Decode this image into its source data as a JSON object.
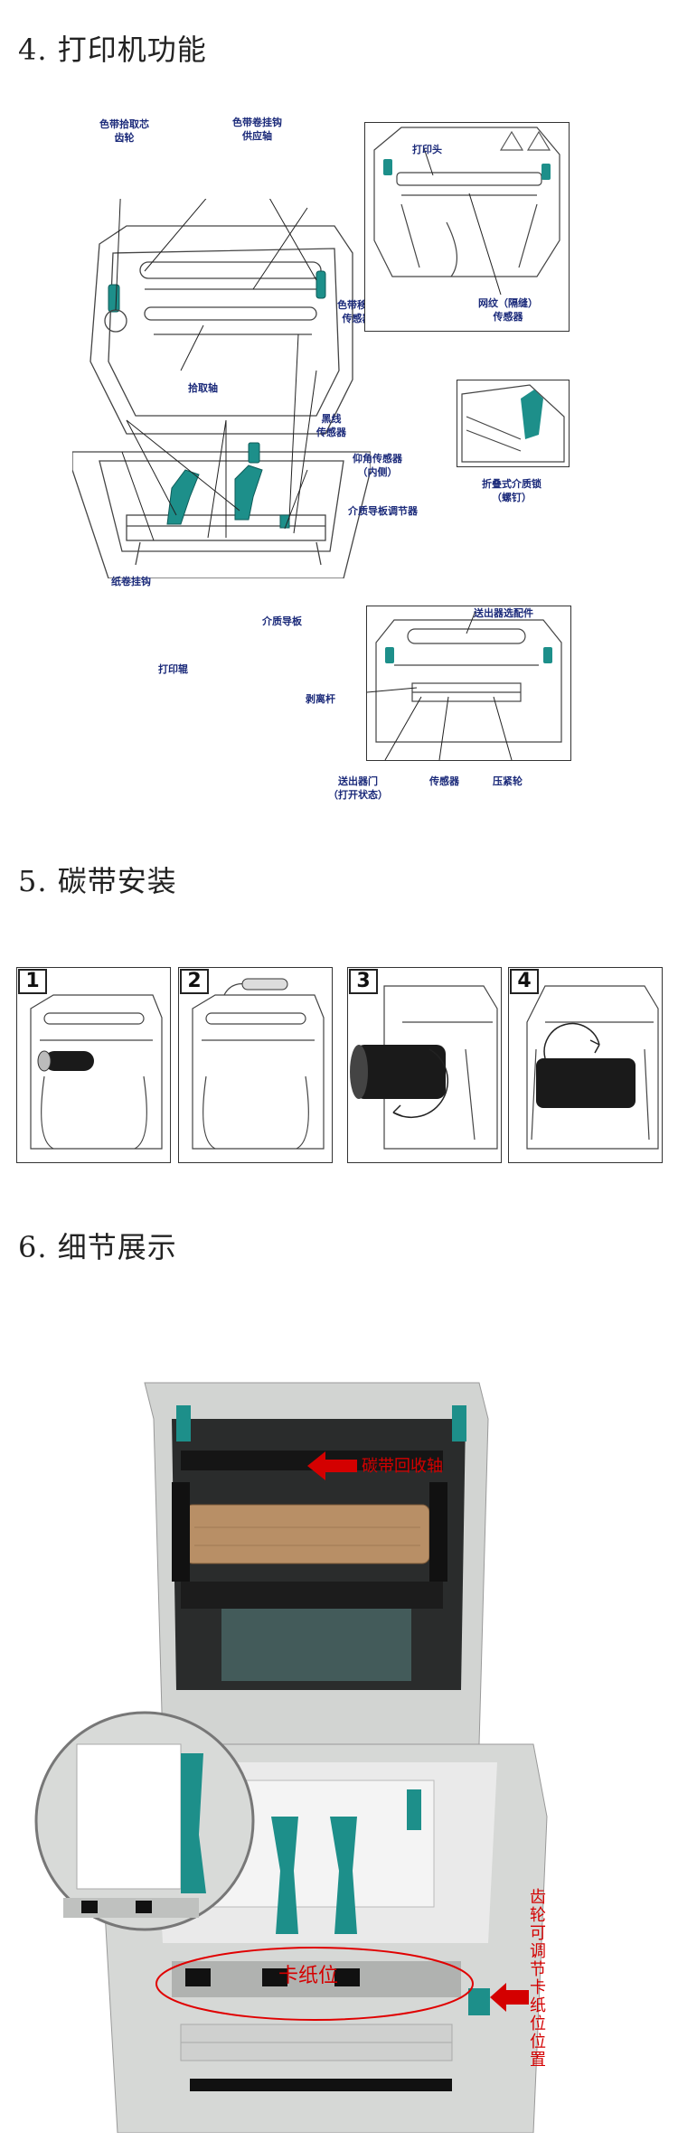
{
  "sections": {
    "functions": {
      "title": "4. 打印机功能"
    },
    "ribbon": {
      "title": "5. 碳带安装",
      "steps": [
        "1",
        "2",
        "3",
        "4"
      ]
    },
    "detail": {
      "title": "6. 细节展示"
    }
  },
  "labels": {
    "ribbon_pickup_gear_l1": "色带拾取芯",
    "ribbon_pickup_gear_l2": "齿轮",
    "ribbon_hook_l1": "色带卷挂钩",
    "ribbon_hook_l2": "供应轴",
    "ribbon_move_sensor_l1": "色带移动",
    "ribbon_move_sensor_l2": "传感器",
    "pickup_shaft": "拾取轴",
    "black_line_sensor_l1": "黑线",
    "black_line_sensor_l2": "传感器",
    "elevation_sensor_l1": "仰角传感器",
    "elevation_sensor_l2": "（内侧）",
    "media_guide_adjuster": "介质导板调节器",
    "roll_hanger": "纸卷挂钩",
    "media_guide": "介质导板",
    "platen_roller": "打印辊",
    "print_head": "打印头",
    "web_sensor_l1": "网纹（隔缝）",
    "web_sensor_l2": "传感器",
    "folding_lock_l1": "折叠式介质锁",
    "folding_lock_l2": "（螺钉）",
    "dispenser_option": "送出器选配件",
    "peel_bar": "剥离杆",
    "dispenser_door_l1": "送出器门",
    "dispenser_door_l2": "（打开状态）",
    "sensor": "传感器",
    "pinch_roller": "压紧轮"
  },
  "detail_labels": {
    "ribbon_takeup": "碳带回收轴",
    "card_position": "卡纸位",
    "gear_note": "齿轮 可调节卡纸位位置"
  },
  "colors": {
    "label_blue": "#1b2a7a",
    "teal_part": "#1d8f8a",
    "red_note": "#d40000",
    "printer_gray": "#c9ccca"
  }
}
